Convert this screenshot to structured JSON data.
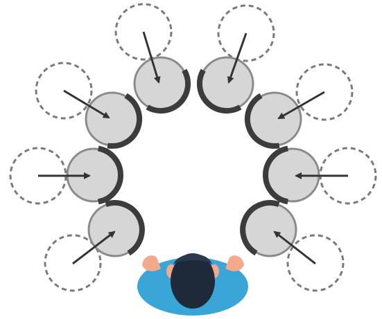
{
  "colors": {
    "background": "#ffffff",
    "circle_fill": "#d6d6d6",
    "circle_stroke": "#8a8a8a",
    "arc": "#3c3c3c",
    "dashed": "#7a7a7a",
    "arrow": "#333333",
    "shirt": "#3aa6d8",
    "hair": "#1e2a3a",
    "skin": "#f4a98a"
  },
  "icons": {
    "person": "person-top-view-icon",
    "arrow": "arrow-icon"
  },
  "diagram": {
    "circle_count": 8,
    "target_count": 8,
    "arrow_count": 8
  }
}
